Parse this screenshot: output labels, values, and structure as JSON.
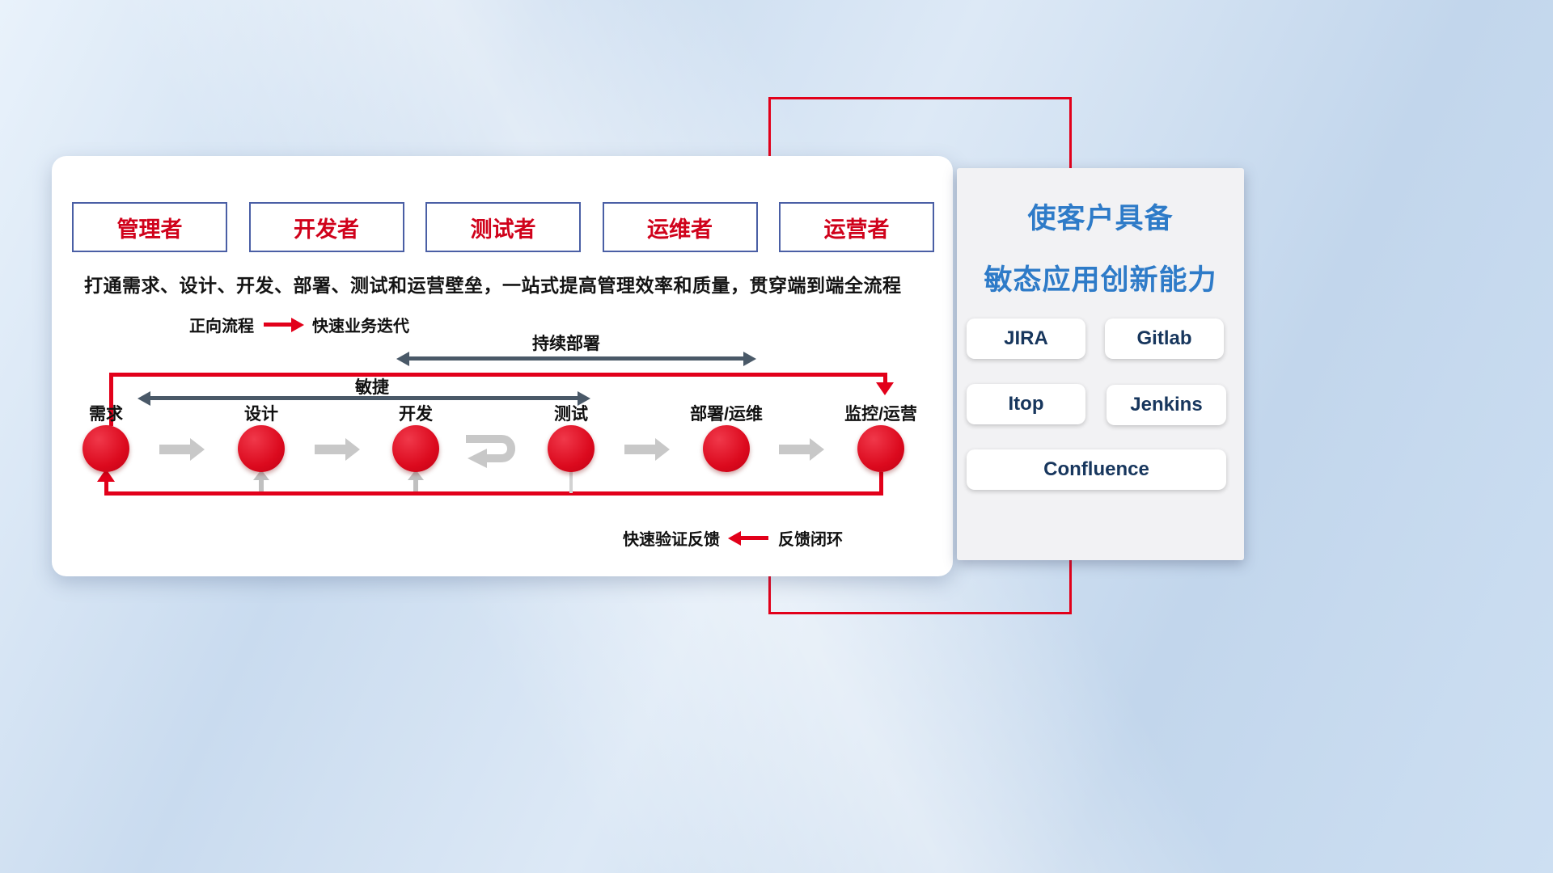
{
  "roles": [
    "管理者",
    "开发者",
    "测试者",
    "运维者",
    "运营者"
  ],
  "description": "打通需求、设计、开发、部署、测试和运营壁垒，一站式提高管理效率和质量，贯穿端到端全流程",
  "legend_forward": {
    "label": "正向流程",
    "value": "快速业务迭代"
  },
  "flow_arrows": {
    "continuous_deployment": "持续部署",
    "agile": "敏捷"
  },
  "stages": [
    "需求",
    "设计",
    "开发",
    "测试",
    "部署/运维",
    "监控/运营"
  ],
  "legend_feedback": {
    "label": "快速验证反馈",
    "value": "反馈闭环"
  },
  "right_panel": {
    "title_line1": "使客户具备",
    "title_line2": "敏态应用创新能力",
    "tools": [
      "JIRA",
      "Gitlab",
      "Itop",
      "Jenkins",
      "Confluence"
    ]
  },
  "colors": {
    "accent_red": "#e2001a",
    "title_blue": "#2e7bc8",
    "tool_navy": "#17365d",
    "arrow_slate": "#4a5968",
    "node_red": "#dc0a1e"
  }
}
